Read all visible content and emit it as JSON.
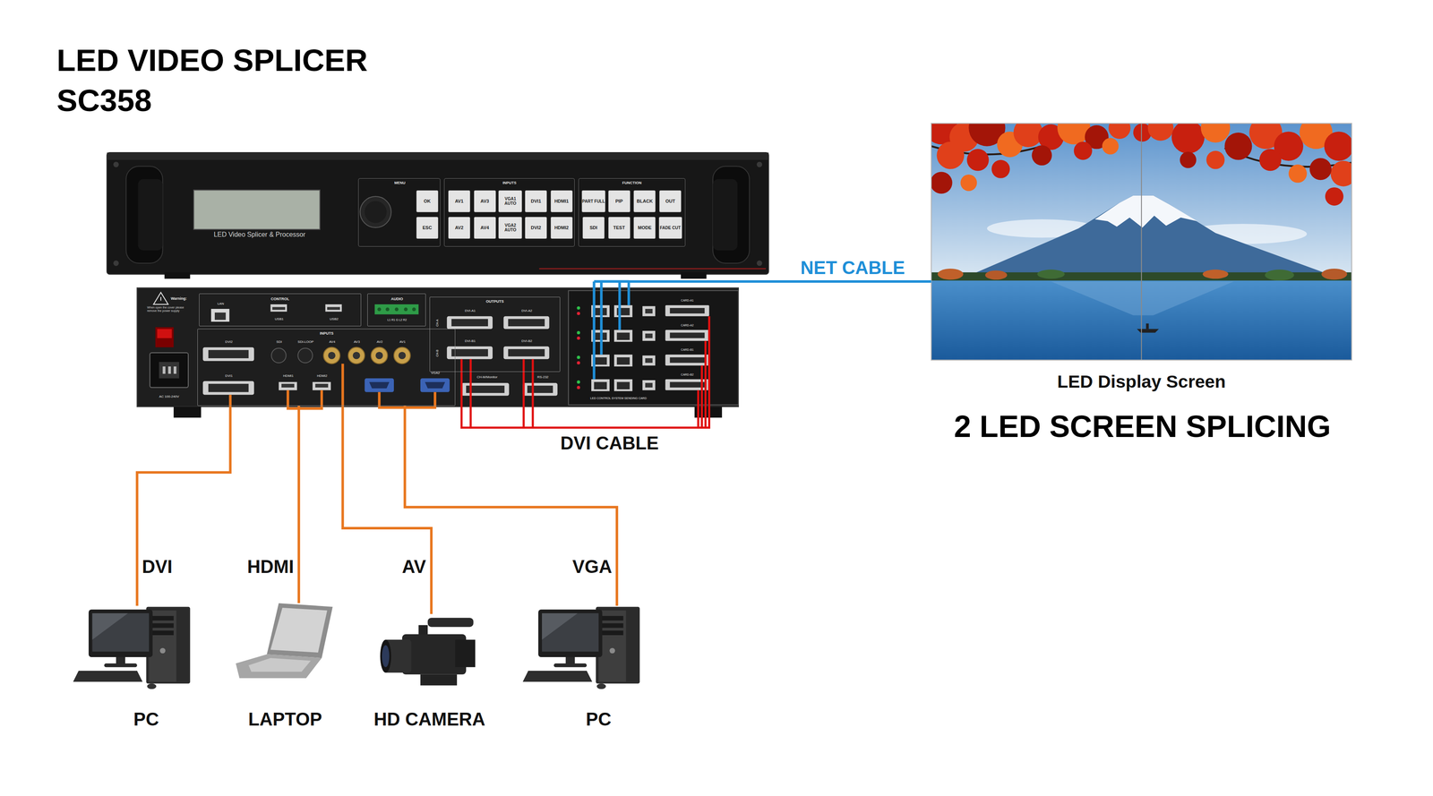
{
  "diagram": {
    "title": "LED VIDEO SPLICER SC358",
    "caption": "2 LED SCREEN SPLICING",
    "nodes": [
      {
        "text": [
          "LED Video Splicer & Processor"
        ]
      },
      {
        "text": [
          "MENU"
        ],
        "in": 0
      },
      {
        "text": [
          "OK"
        ],
        "in": 1
      },
      {
        "text": [
          "ESC"
        ],
        "in": 1
      },
      {
        "text": [
          "INPUTS"
        ],
        "in": 0
      },
      {
        "text": [
          "AV1"
        ],
        "in": 4
      },
      {
        "text": [
          "AV3"
        ],
        "in": 4
      },
      {
        "text": [
          "VGA1 AUTO"
        ],
        "in": 4
      },
      {
        "text": [
          "DVI1"
        ],
        "in": 4
      },
      {
        "text": [
          "HDMI1"
        ],
        "in": 4
      },
      {
        "text": [
          "AV2"
        ],
        "in": 4
      },
      {
        "text": [
          "AV4"
        ],
        "in": 4
      },
      {
        "text": [
          "VGA2 AUTO"
        ],
        "in": 4
      },
      {
        "text": [
          "DVI2"
        ],
        "in": 4
      },
      {
        "text": [
          "HDMI2"
        ],
        "in": 4
      },
      {
        "text": [
          "FUNCTION"
        ],
        "in": 0
      },
      {
        "text": [
          "PART FULL"
        ],
        "in": 15
      },
      {
        "text": [
          "PIP"
        ],
        "in": 15
      },
      {
        "text": [
          "BLACK"
        ],
        "in": 15
      },
      {
        "text": [
          "OUT"
        ],
        "in": 15
      },
      {
        "text": [
          "SDI"
        ],
        "in": 15
      },
      {
        "text": [
          "TEST"
        ],
        "in": 15
      },
      {
        "text": [
          "MODE"
        ],
        "in": 15
      },
      {
        "text": [
          "FADE CUT"
        ],
        "in": 15
      },
      {
        "text": [
          "Warning:",
          "When open the cover please remove the power supply",
          "AC 100-240V",
          "CH-M/Monitor",
          "RS-232"
        ]
      },
      {
        "text": [
          "CONTROL",
          "LAN",
          "USB1",
          "USB2"
        ],
        "in": 24
      },
      {
        "text": [
          "AUDIO",
          "L1 R1 G L2 R2"
        ],
        "in": 24
      },
      {
        "text": [
          "INPUTS",
          "DVI2",
          "SDI",
          "SDI-LOOP",
          "AV4",
          "AV3",
          "AV2",
          "AV1",
          "DVI1",
          "HDMI1",
          "HDMI2",
          "VGA2"
        ],
        "in": 24
      },
      {
        "text": [
          "OUTPUTS",
          "CH-A",
          "DVI-A1",
          "DVI-A2",
          "CH-B",
          "DVI-B1",
          "DVI-B2"
        ],
        "in": 24
      },
      {
        "text": [
          "CARD-A1",
          "CARD-A2",
          "CARD-B1",
          "CARD-B2",
          "LED CONTROL SYSTEM SENDING CARD"
        ],
        "in": 24
      },
      {
        "text": [
          "LED Display Screen"
        ]
      },
      {
        "text": [
          "PC"
        ]
      },
      {
        "text": [
          "LAPTOP"
        ]
      },
      {
        "text": [
          "HD CAMERA"
        ]
      },
      {
        "text": [
          "PC"
        ]
      }
    ],
    "edges": [
      {
        "from": 27,
        "to": 31,
        "label": "DVI",
        "arrow": "none"
      },
      {
        "from": 27,
        "to": 32,
        "label": "HDMI",
        "arrow": "none"
      },
      {
        "from": 27,
        "to": 33,
        "label": "AV",
        "arrow": "none"
      },
      {
        "from": 27,
        "to": 34,
        "label": "VGA",
        "arrow": "none"
      },
      {
        "from": 28,
        "to": 29,
        "label": "DVI CABLE",
        "arrow": "none"
      },
      {
        "from": 29,
        "to": 30,
        "label": "NET CABLE",
        "arrow": "none"
      }
    ]
  }
}
